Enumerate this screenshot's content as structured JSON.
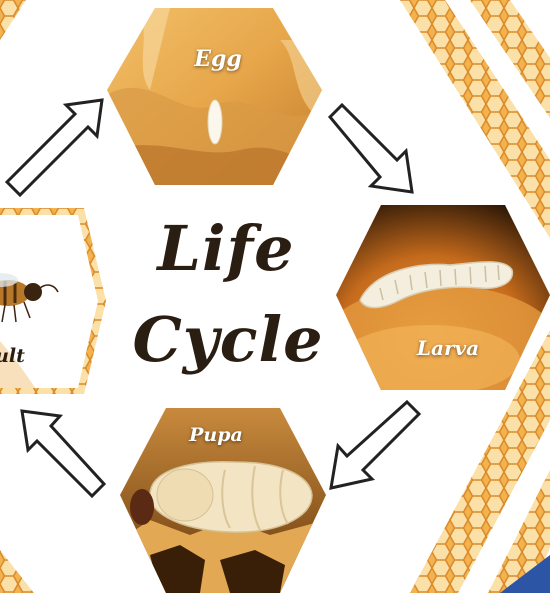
{
  "title": {
    "line1": "Life",
    "line2": "Cycle"
  },
  "stages": {
    "egg": {
      "label": "Egg"
    },
    "larva": {
      "label": "Larva"
    },
    "pupa": {
      "label": "Pupa"
    },
    "adult": {
      "label": "ult"
    }
  },
  "colors": {
    "honey": "#e8a33b",
    "honey_dark": "#b86a18",
    "cell_light": "#f7d08a",
    "text_dark": "#2a1d12",
    "outline": "#2b2b2b",
    "corner_blue": "#2d55a6"
  }
}
